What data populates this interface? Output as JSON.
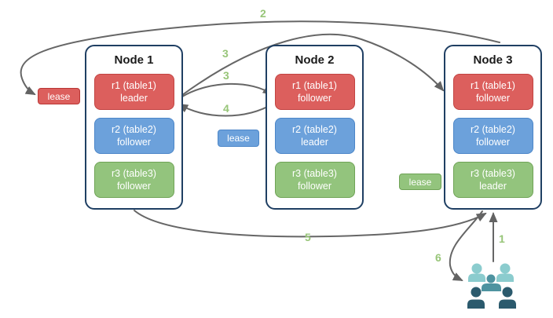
{
  "diagram": {
    "nodes": [
      {
        "title": "Node 1",
        "replicas": [
          {
            "name": "r1 (table1)",
            "role": "leader",
            "color": "#DC5F5D"
          },
          {
            "name": "r2 (table2)",
            "role": "follower",
            "color": "#6CA1DB"
          },
          {
            "name": "r3 (table3)",
            "role": "follower",
            "color": "#93C47D"
          }
        ]
      },
      {
        "title": "Node 2",
        "replicas": [
          {
            "name": "r1 (table1)",
            "role": "follower",
            "color": "#DC5F5D"
          },
          {
            "name": "r2 (table2)",
            "role": "leader",
            "color": "#6CA1DB"
          },
          {
            "name": "r3 (table3)",
            "role": "follower",
            "color": "#93C47D"
          }
        ]
      },
      {
        "title": "Node 3",
        "replicas": [
          {
            "name": "r1 (table1)",
            "role": "follower",
            "color": "#DC5F5D"
          },
          {
            "name": "r2 (table2)",
            "role": "follower",
            "color": "#6CA1DB"
          },
          {
            "name": "r3 (table3)",
            "role": "leader",
            "color": "#93C47D"
          }
        ]
      }
    ],
    "leases": [
      {
        "label": "lease",
        "color": "#DC5F5D"
      },
      {
        "label": "lease",
        "color": "#6CA1DB"
      },
      {
        "label": "lease",
        "color": "#93C47D"
      }
    ],
    "steps": {
      "1": "1",
      "2": "2",
      "3a": "3",
      "3b": "3",
      "4": "4",
      "5": "5",
      "6": "6"
    },
    "colors": {
      "replica_red": "#DC5F5D",
      "replica_blue": "#6CA1DB",
      "replica_green": "#93C47D",
      "node_border": "#1F3F63",
      "arrow": "#666666",
      "step_label": "#97C578",
      "users_light": "#8BCCCE",
      "users_medium": "#4E93A0",
      "users_dark": "#2B5A6D"
    }
  }
}
